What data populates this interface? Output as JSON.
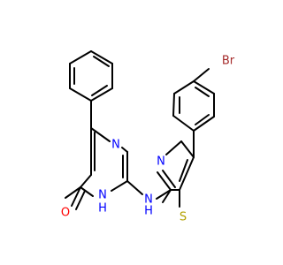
{
  "atoms": {
    "O": "O",
    "N_ring_upper": "N",
    "N_ring_lower": "N",
    "H_ring": "H",
    "N_amine": "N",
    "H_amine": "H",
    "N_thiazole": "N",
    "S": "S",
    "Br": "Br"
  },
  "colors": {
    "bond": "#000000",
    "nitrogen": "#0000ff",
    "oxygen": "#ff0000",
    "sulfur": "#b3a100",
    "bromine": "#a52a2a"
  }
}
